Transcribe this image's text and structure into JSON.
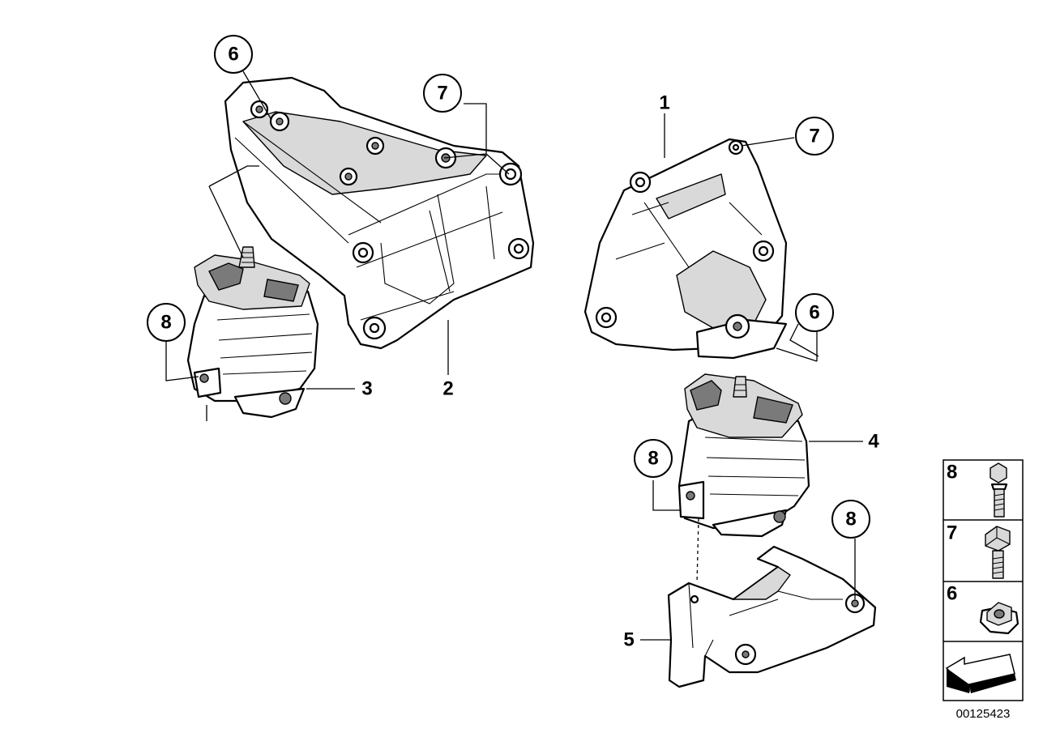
{
  "callouts": [
    {
      "id": "c6-top",
      "label": "6"
    },
    {
      "id": "c7-top",
      "label": "7"
    },
    {
      "id": "c1",
      "label": "1"
    },
    {
      "id": "c7-right",
      "label": "7"
    },
    {
      "id": "c8-left",
      "label": "8"
    },
    {
      "id": "c3",
      "label": "3"
    },
    {
      "id": "c2",
      "label": "2"
    },
    {
      "id": "c6-right",
      "label": "6"
    },
    {
      "id": "c4",
      "label": "4"
    },
    {
      "id": "c8-mid",
      "label": "8"
    },
    {
      "id": "c8-right",
      "label": "8"
    },
    {
      "id": "c5",
      "label": "5"
    }
  ],
  "legend": {
    "items": [
      {
        "number": "8",
        "icon": "flange-bolt-icon"
      },
      {
        "number": "7",
        "icon": "hex-bolt-icon"
      },
      {
        "number": "6",
        "icon": "hex-nut-icon"
      }
    ],
    "arrow_icon": "direction-arrow-icon"
  },
  "drawing_number": "00125423"
}
